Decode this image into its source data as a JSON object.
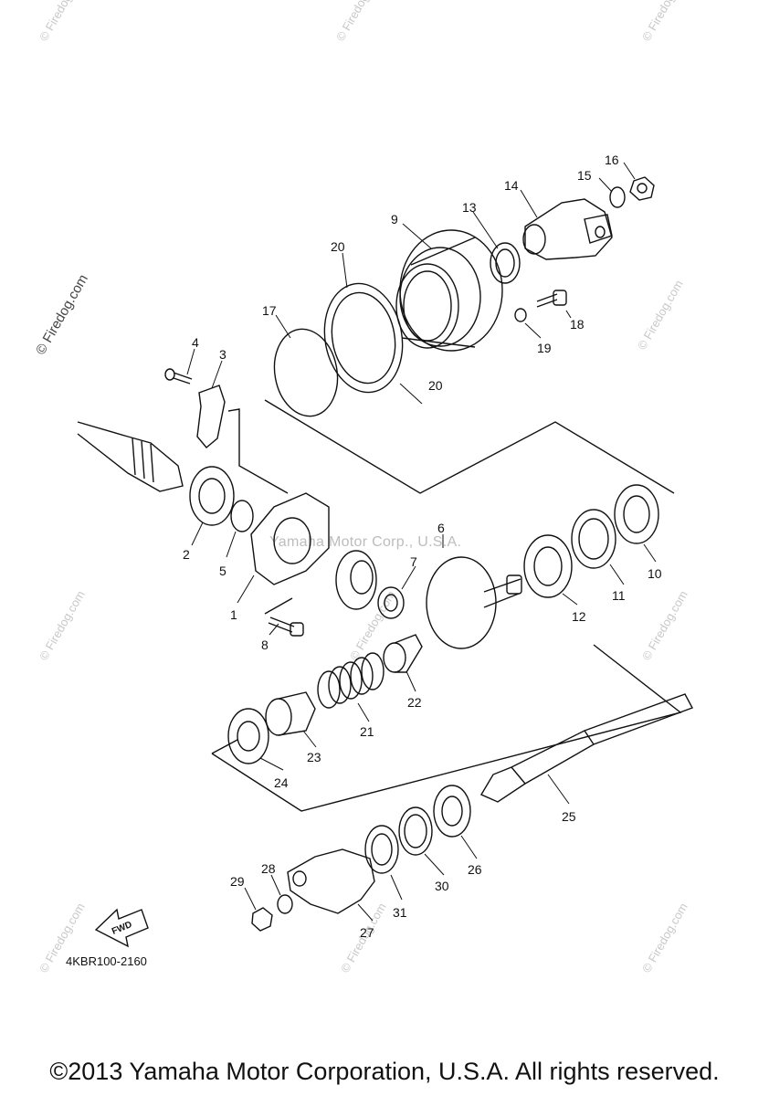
{
  "watermark": {
    "main": "© Firedog.com",
    "tile": "© Firedog.com",
    "center": "Yamaha Motor Corp., U.S.A."
  },
  "diagram": {
    "code": "4KBR100-2160",
    "fwd_label": "FWD",
    "labels": {
      "p1": "1",
      "p2": "2",
      "p3": "3",
      "p4": "4",
      "p5": "5",
      "p6": "6",
      "p7": "7",
      "p8": "8",
      "p9": "9",
      "p10": "10",
      "p11": "11",
      "p12": "12",
      "p13": "13",
      "p14": "14",
      "p15": "15",
      "p16": "16",
      "p17": "17",
      "p18": "18",
      "p19": "19",
      "p20a": "20",
      "p20b": "20",
      "p21": "21",
      "p22": "22",
      "p23": "23",
      "p24": "24",
      "p25": "25",
      "p26": "26",
      "p27": "27",
      "p28": "28",
      "p29": "29",
      "p30": "30",
      "p31": "31"
    }
  },
  "footer": {
    "copyright": "©2013 Yamaha Motor Corporation, U.S.A. All rights reserved."
  }
}
